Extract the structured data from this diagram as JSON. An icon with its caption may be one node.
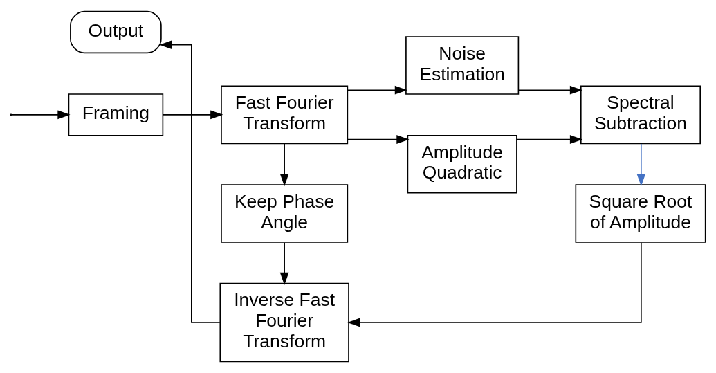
{
  "diagram": {
    "nodes": [
      {
        "text": [
          "Framing"
        ]
      },
      {
        "text": [
          "Fast Fourier Transform"
        ]
      },
      {
        "text": [
          "Noise Estimation"
        ]
      },
      {
        "text": [
          "Amplitude Quadratic"
        ]
      },
      {
        "text": [
          "Keep Phase Angle"
        ]
      },
      {
        "text": [
          "Spectral Subtraction"
        ]
      },
      {
        "text": [
          "Inverse Fast Fourier Transform"
        ]
      },
      {
        "text": [
          "Square Root of Amplitude"
        ]
      },
      {
        "text": [
          "Output"
        ]
      }
    ],
    "edges": [
      {
        "from": null,
        "to": 0,
        "arrow": "to"
      },
      {
        "from": 0,
        "to": 1,
        "arrow": "to"
      },
      {
        "from": 1,
        "to": 2,
        "arrow": "to"
      },
      {
        "from": 1,
        "to": 3,
        "arrow": "to"
      },
      {
        "from": 1,
        "to": 4,
        "arrow": "to"
      },
      {
        "from": 2,
        "to": 5,
        "arrow": "to"
      },
      {
        "from": 3,
        "to": 5,
        "arrow": "to"
      },
      {
        "from": 4,
        "to": 6,
        "arrow": "to"
      },
      {
        "from": 5,
        "to": 7,
        "arrow": "to",
        "color": "#4472c4"
      },
      {
        "from": 7,
        "to": 6,
        "arrow": "to"
      },
      {
        "from": 6,
        "to": 8,
        "arrow": "to"
      }
    ]
  }
}
